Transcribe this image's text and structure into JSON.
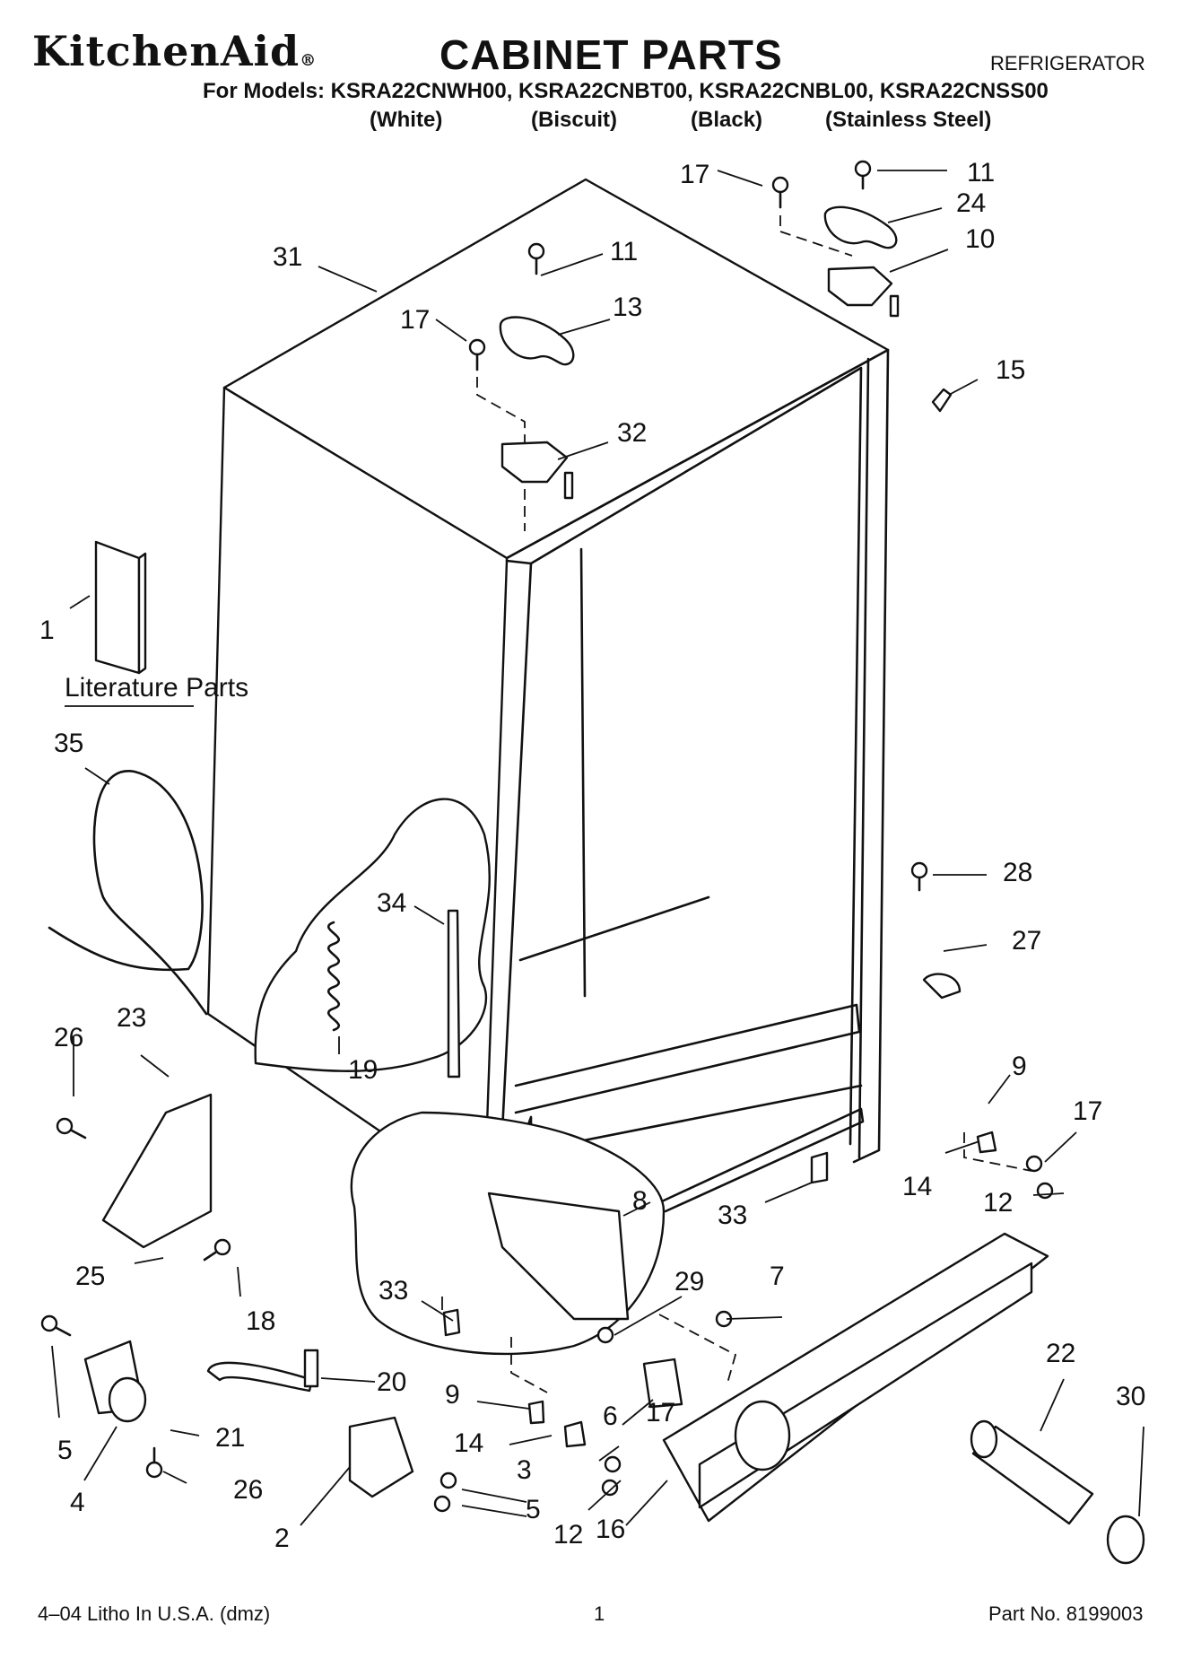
{
  "header": {
    "brand": "KitchenAid",
    "brand_mark": "®",
    "title": "CABINET PARTS",
    "category": "REFRIGERATOR",
    "models_line": "For Models: KSRA22CNWH00, KSRA22CNBT00, KSRA22CNBL00, KSRA22CNSS00",
    "variants": [
      "(White)",
      "(Biscuit)",
      "(Black)",
      "(Stainless Steel)"
    ]
  },
  "literature_label": "Literature Parts",
  "callouts": [
    "1",
    "2",
    "3",
    "4",
    "5",
    "5",
    "6",
    "7",
    "8",
    "9",
    "9",
    "10",
    "11",
    "11",
    "12",
    "12",
    "13",
    "14",
    "14",
    "15",
    "16",
    "17",
    "17",
    "17",
    "17",
    "18",
    "19",
    "20",
    "21",
    "22",
    "23",
    "24",
    "25",
    "26",
    "26",
    "27",
    "28",
    "29",
    "30",
    "31",
    "32",
    "33",
    "33",
    "34",
    "35"
  ],
  "footer": {
    "left": "4–04 Litho In U.S.A. (dmz)",
    "center": "1",
    "right": "Part No. 8199003"
  }
}
